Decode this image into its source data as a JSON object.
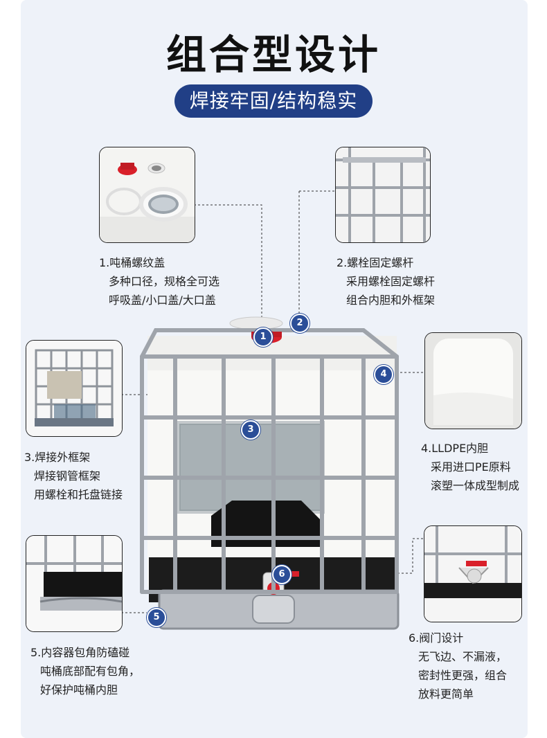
{
  "header": {
    "title": "组合型设计",
    "subtitle": "焊接牢固/结构稳实"
  },
  "features": [
    {
      "marker": "1",
      "heading": "1.吨桶螺纹盖",
      "lines": [
        "多种口径，规格全可选",
        "呼吸盖/小口盖/大口盖"
      ]
    },
    {
      "marker": "2",
      "heading": "2.螺栓固定螺杆",
      "lines": [
        "采用螺栓固定螺杆",
        "组合内胆和外框架"
      ]
    },
    {
      "marker": "3",
      "heading": "3.焊接外框架",
      "lines": [
        "焊接钢管框架",
        "用螺栓和托盘链接"
      ]
    },
    {
      "marker": "4",
      "heading": "4.LLDPE内胆",
      "lines": [
        "采用进口PE原料",
        "滚塑一体成型制成"
      ]
    },
    {
      "marker": "5",
      "heading": "5.内容器包角防磕碰",
      "lines": [
        "吨桶底部配有包角，",
        "好保护吨桶内胆"
      ]
    },
    {
      "marker": "6",
      "heading": "6.阀门设计",
      "lines": [
        "无飞边、不漏液，",
        "密封性更强，组合",
        "放料更简单"
      ]
    }
  ],
  "colors": {
    "accent": "#213f86",
    "marker": "#2b4e98",
    "cap_red": "#d9202a",
    "frame": "#a9aeb6",
    "pallet": "#1c1c1c"
  }
}
